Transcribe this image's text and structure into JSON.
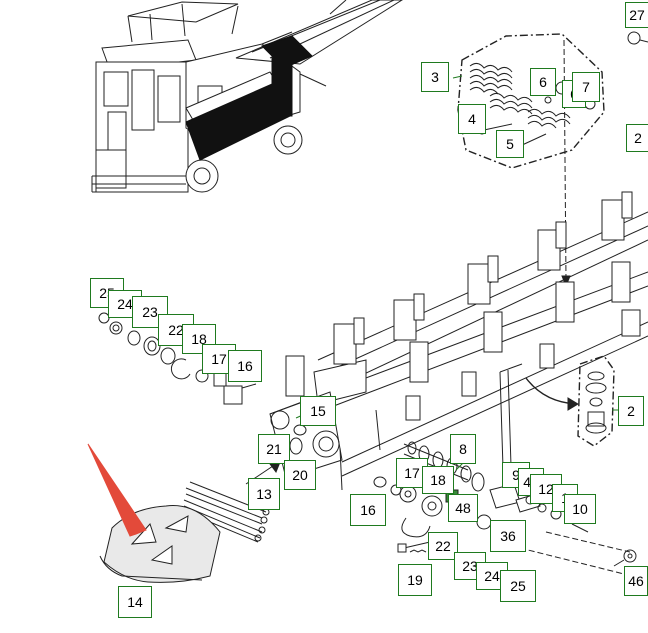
{
  "callouts": [
    {
      "id": "c27",
      "label": "27"
    },
    {
      "id": "c3",
      "label": "3"
    },
    {
      "id": "c6a",
      "label": "6"
    },
    {
      "id": "c6b",
      "label": "6"
    },
    {
      "id": "c7",
      "label": "7"
    },
    {
      "id": "c4",
      "label": "4"
    },
    {
      "id": "c5",
      "label": "5"
    },
    {
      "id": "c2edge",
      "label": "2"
    },
    {
      "id": "c25a",
      "label": "25"
    },
    {
      "id": "c24a",
      "label": "24"
    },
    {
      "id": "c23a",
      "label": "23"
    },
    {
      "id": "c22a",
      "label": "22"
    },
    {
      "id": "c18a",
      "label": "18"
    },
    {
      "id": "c17a",
      "label": "17"
    },
    {
      "id": "c16a",
      "label": "16"
    },
    {
      "id": "c15",
      "label": "15"
    },
    {
      "id": "c2",
      "label": "2"
    },
    {
      "id": "c21",
      "label": "21"
    },
    {
      "id": "c20",
      "label": "20"
    },
    {
      "id": "c8",
      "label": "8"
    },
    {
      "id": "c13",
      "label": "13"
    },
    {
      "id": "c17b",
      "label": "17"
    },
    {
      "id": "c18b",
      "label": "18"
    },
    {
      "id": "c9",
      "label": "9"
    },
    {
      "id": "c49",
      "label": "49"
    },
    {
      "id": "c12",
      "label": "12"
    },
    {
      "id": "c1",
      "label": "1"
    },
    {
      "id": "c10",
      "label": "10"
    },
    {
      "id": "c16b",
      "label": "16"
    },
    {
      "id": "c48",
      "label": "48"
    },
    {
      "id": "c36",
      "label": "36"
    },
    {
      "id": "c22b",
      "label": "22"
    },
    {
      "id": "c23b",
      "label": "23"
    },
    {
      "id": "c24b",
      "label": "24"
    },
    {
      "id": "c25b",
      "label": "25"
    },
    {
      "id": "c19",
      "label": "19"
    },
    {
      "id": "c14",
      "label": "14"
    },
    {
      "id": "c46",
      "label": "46"
    }
  ]
}
